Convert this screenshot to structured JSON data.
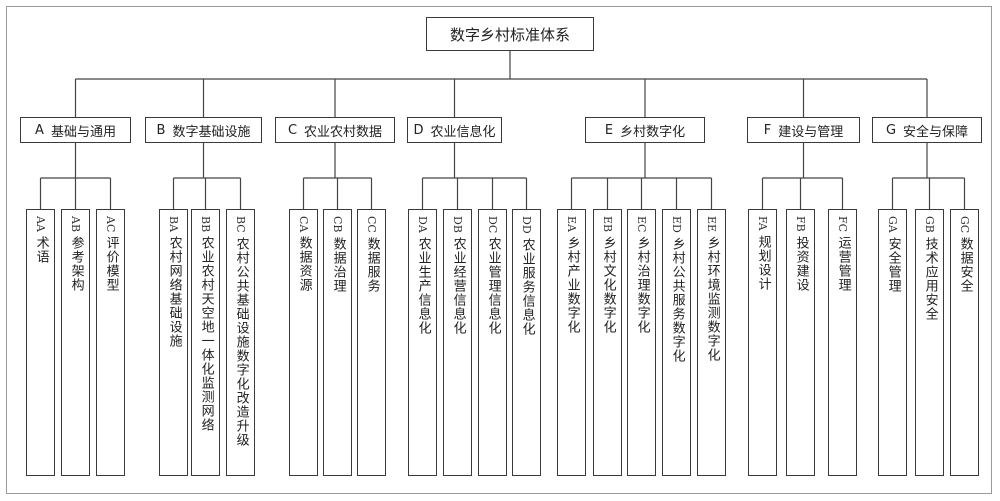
{
  "title": "数字乡村标准体系",
  "categories": [
    {
      "code": "A",
      "name": "基础与通用",
      "items": [
        {
          "code": "AA",
          "name": "术语"
        },
        {
          "code": "AB",
          "name": "参考架构"
        },
        {
          "code": "AC",
          "name": "评价模型"
        }
      ]
    },
    {
      "code": "B",
      "name": "数字基础设施",
      "items": [
        {
          "code": "BA",
          "name": "农村网络基础设施"
        },
        {
          "code": "BB",
          "name": "农业农村天空地一体化监测网络"
        },
        {
          "code": "BC",
          "name": "农村公共基础设施数字化改造升级"
        }
      ]
    },
    {
      "code": "C",
      "name": "农业农村数据",
      "items": [
        {
          "code": "CA",
          "name": "数据资源"
        },
        {
          "code": "CB",
          "name": "数据治理"
        },
        {
          "code": "CC",
          "name": "数据服务"
        }
      ]
    },
    {
      "code": "D",
      "name": "农业信息化",
      "items": [
        {
          "code": "DA",
          "name": "农业生产信息化"
        },
        {
          "code": "DB",
          "name": "农业经营信息化"
        },
        {
          "code": "DC",
          "name": "农业管理信息化"
        },
        {
          "code": "DD",
          "name": "农业服务信息化"
        }
      ]
    },
    {
      "code": "E",
      "name": "乡村数字化",
      "items": [
        {
          "code": "EA",
          "name": "乡村产业数字化"
        },
        {
          "code": "EB",
          "name": "乡村文化数字化"
        },
        {
          "code": "EC",
          "name": "乡村治理数字化"
        },
        {
          "code": "ED",
          "name": "乡村公共服务数字化"
        },
        {
          "code": "EE",
          "name": "乡村环境监测数字化"
        }
      ]
    },
    {
      "code": "F",
      "name": "建设与管理",
      "items": [
        {
          "code": "FA",
          "name": "规划设计"
        },
        {
          "code": "FB",
          "name": "投资建设"
        },
        {
          "code": "FC",
          "name": "运营管理"
        }
      ]
    },
    {
      "code": "G",
      "name": "安全与保障",
      "items": [
        {
          "code": "GA",
          "name": "安全管理"
        },
        {
          "code": "GB",
          "name": "技术应用安全"
        },
        {
          "code": "GC",
          "name": "数据安全"
        }
      ]
    }
  ]
}
